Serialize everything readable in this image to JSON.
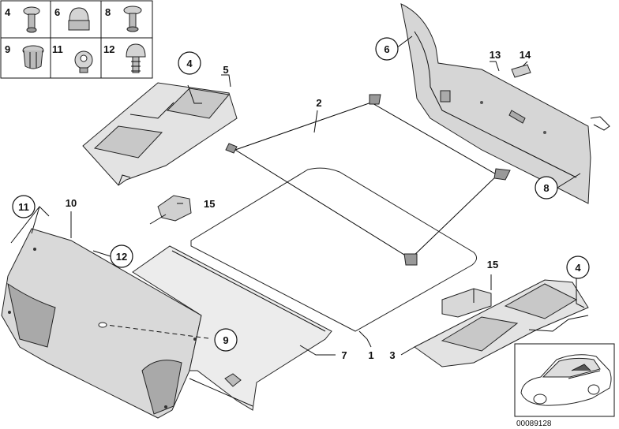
{
  "colors": {
    "line": "#111111",
    "panel": "#d9d9d9",
    "panel_dark": "#a9a9a9",
    "background": "#ffffff"
  },
  "fastener_box": {
    "items": [
      {
        "no": "4"
      },
      {
        "no": "6"
      },
      {
        "no": "8"
      },
      {
        "no": "9"
      },
      {
        "no": "11"
      },
      {
        "no": "12"
      }
    ]
  },
  "callouts": {
    "c1": "1",
    "c2": "2",
    "c3": "3",
    "c4a": "4",
    "c4b": "4",
    "c5": "5",
    "c6": "6",
    "c7": "7",
    "c8": "8",
    "c9": "9",
    "c10": "10",
    "c11": "11",
    "c12": "12",
    "c13": "13",
    "c14": "14",
    "c15a": "15",
    "c15b": "15"
  },
  "doc_number": "00089128"
}
